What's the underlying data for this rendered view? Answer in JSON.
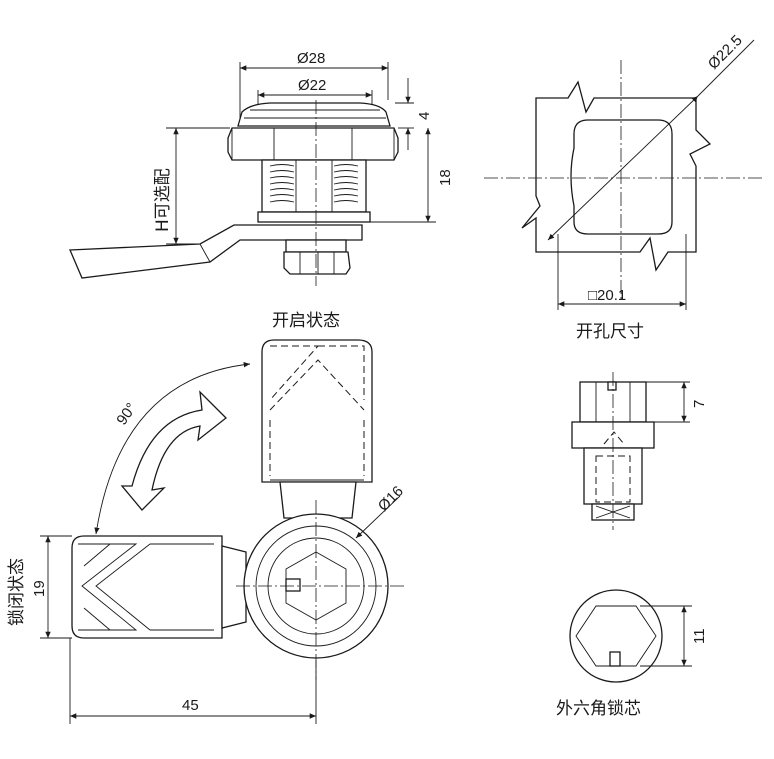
{
  "labels": {
    "dia28": "Ø28",
    "dia22": "Ø22",
    "dim4": "4",
    "dim18": "18",
    "h_optional": "H可选配",
    "dia225": "Ø22.5",
    "square201": "□20.1",
    "cutout": "开孔尺寸",
    "open_state": "开启状态",
    "angle90": "90°",
    "dia16": "Ø16",
    "closed_state": "锁闭状态",
    "dim19": "19",
    "dim45": "45",
    "dim7": "7",
    "dim11": "11",
    "hex_core": "外六角锁芯"
  }
}
